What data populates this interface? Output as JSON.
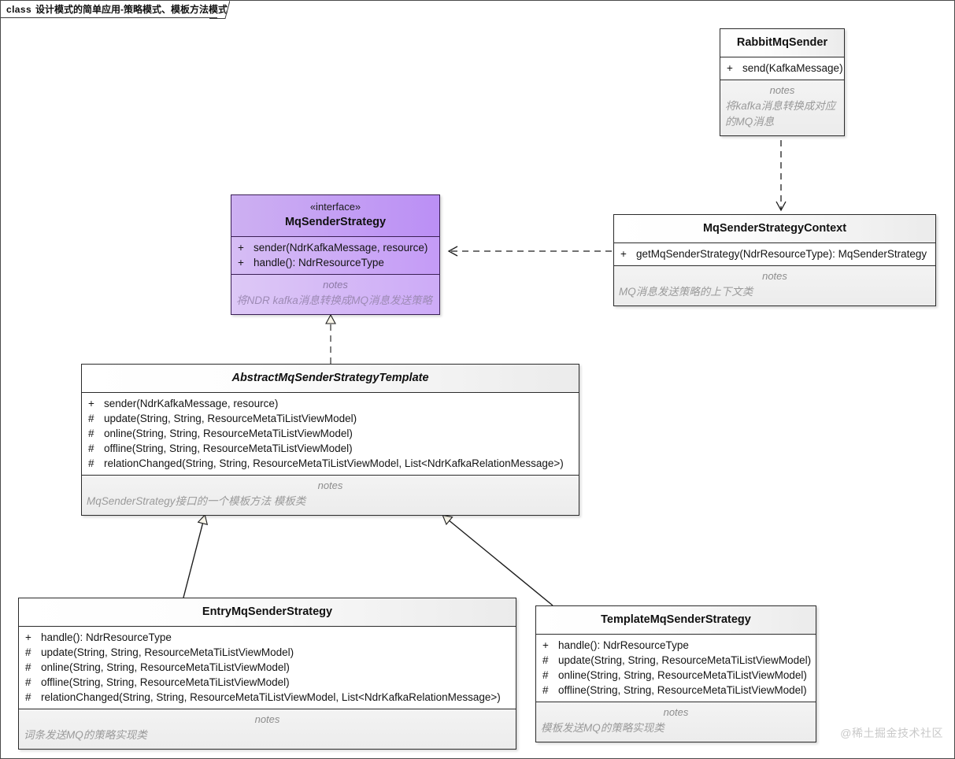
{
  "frame": {
    "keyword": "class",
    "title": "设计模式的简单应用-策略模式、模板方法模式"
  },
  "notes_label": "notes",
  "watermark": "@稀土掘金技术社区",
  "classes": {
    "rabbit_mq_sender": {
      "name": "RabbitMqSender",
      "stereotype": "",
      "operations": [
        {
          "visibility": "+",
          "signature": "send(KafkaMessage)"
        }
      ],
      "notes_label": "notes",
      "notes": "将kafka消息转换成对应的MQ消息"
    },
    "mq_sender_strategy": {
      "name": "MqSenderStrategy",
      "stereotype": "«interface»",
      "operations": [
        {
          "visibility": "+",
          "signature": "sender(NdrKafkaMessage, resource)"
        },
        {
          "visibility": "+",
          "signature": "handle(): NdrResourceType"
        }
      ],
      "notes_label": "notes",
      "notes": "将NDR kafka消息转换成MQ消息发送策略"
    },
    "mq_sender_strategy_context": {
      "name": "MqSenderStrategyContext",
      "stereotype": "",
      "operations": [
        {
          "visibility": "+",
          "signature": "getMqSenderStrategy(NdrResourceType): MqSenderStrategy"
        }
      ],
      "notes_label": "notes",
      "notes": "MQ消息发送策略的上下文类"
    },
    "abstract_mq_sender_strategy_template": {
      "name": "AbstractMqSenderStrategyTemplate",
      "stereotype": "",
      "abstract": true,
      "operations": [
        {
          "visibility": "+",
          "signature": "sender(NdrKafkaMessage, resource)"
        },
        {
          "visibility": "#",
          "signature": "update(String, String, ResourceMetaTiListViewModel)"
        },
        {
          "visibility": "#",
          "signature": "online(String, String, ResourceMetaTiListViewModel)"
        },
        {
          "visibility": "#",
          "signature": "offline(String, String, ResourceMetaTiListViewModel)"
        },
        {
          "visibility": "#",
          "signature": "relationChanged(String, String, ResourceMetaTiListViewModel, List<NdrKafkaRelationMessage>)"
        }
      ],
      "notes_label": "notes",
      "notes": "MqSenderStrategy接口的一个模板方法 模板类"
    },
    "entry_mq_sender_strategy": {
      "name": "EntryMqSenderStrategy",
      "stereotype": "",
      "operations": [
        {
          "visibility": "+",
          "signature": "handle(): NdrResourceType"
        },
        {
          "visibility": "#",
          "signature": "update(String, String, ResourceMetaTiListViewModel)"
        },
        {
          "visibility": "#",
          "signature": "online(String, String, ResourceMetaTiListViewModel)"
        },
        {
          "visibility": "#",
          "signature": "offline(String, String, ResourceMetaTiListViewModel)"
        },
        {
          "visibility": "#",
          "signature": "relationChanged(String, String, ResourceMetaTiListViewModel, List<NdrKafkaRelationMessage>)"
        }
      ],
      "notes_label": "notes",
      "notes": "词条发送MQ的策略实现类"
    },
    "template_mq_sender_strategy": {
      "name": "TemplateMqSenderStrategy",
      "stereotype": "",
      "operations": [
        {
          "visibility": "+",
          "signature": "handle(): NdrResourceType"
        },
        {
          "visibility": "#",
          "signature": "update(String, String, ResourceMetaTiListViewModel)"
        },
        {
          "visibility": "#",
          "signature": "online(String, String, ResourceMetaTiListViewModel)"
        },
        {
          "visibility": "#",
          "signature": "offline(String, String, ResourceMetaTiListViewModel)"
        }
      ],
      "notes_label": "notes",
      "notes": "模板发送MQ的策略实现类"
    }
  },
  "relationships": [
    {
      "type": "dependency",
      "from": "RabbitMqSender",
      "to": "MqSenderStrategyContext"
    },
    {
      "type": "dependency",
      "from": "MqSenderStrategyContext",
      "to": "MqSenderStrategy"
    },
    {
      "type": "realization",
      "from": "AbstractMqSenderStrategyTemplate",
      "to": "MqSenderStrategy"
    },
    {
      "type": "generalization",
      "from": "EntryMqSenderStrategy",
      "to": "AbstractMqSenderStrategyTemplate"
    },
    {
      "type": "generalization",
      "from": "TemplateMqSenderStrategy",
      "to": "AbstractMqSenderStrategyTemplate"
    }
  ],
  "colors": {
    "interface_fill_start": "#cdb0f2",
    "interface_fill_end": "#bb8ff5",
    "class_border": "#2b2b2b",
    "notes_text": "#9a9a9a",
    "watermark": "#c9c9c9"
  }
}
